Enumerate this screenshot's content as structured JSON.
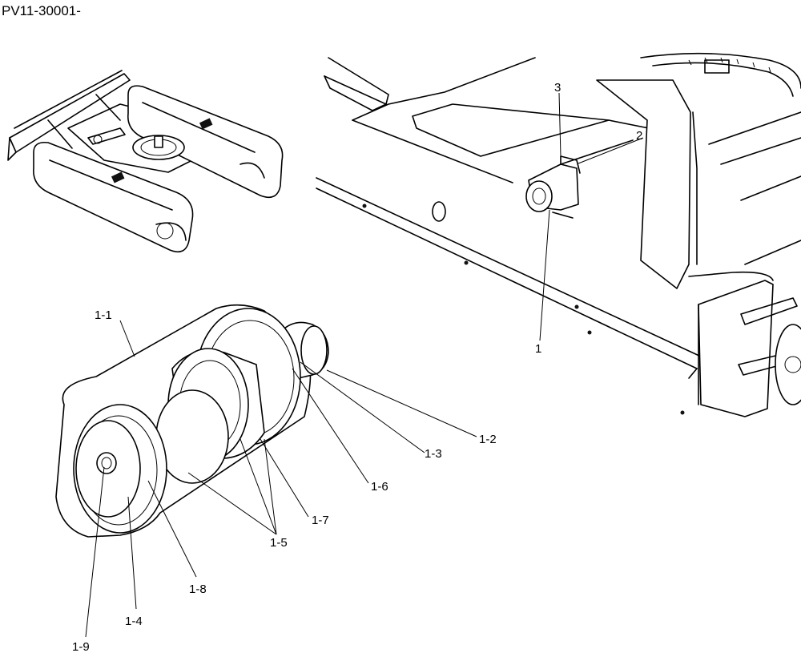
{
  "document_id": "PV11-30001-",
  "callouts": {
    "c1": "1",
    "c2": "2",
    "c3": "3",
    "c1_1": "1-1",
    "c1_2": "1-2",
    "c1_3": "1-3",
    "c1_4": "1-4",
    "c1_5": "1-5",
    "c1_6": "1-6",
    "c1_7": "1-7",
    "c1_8": "1-8",
    "c1_9": "1-9"
  }
}
